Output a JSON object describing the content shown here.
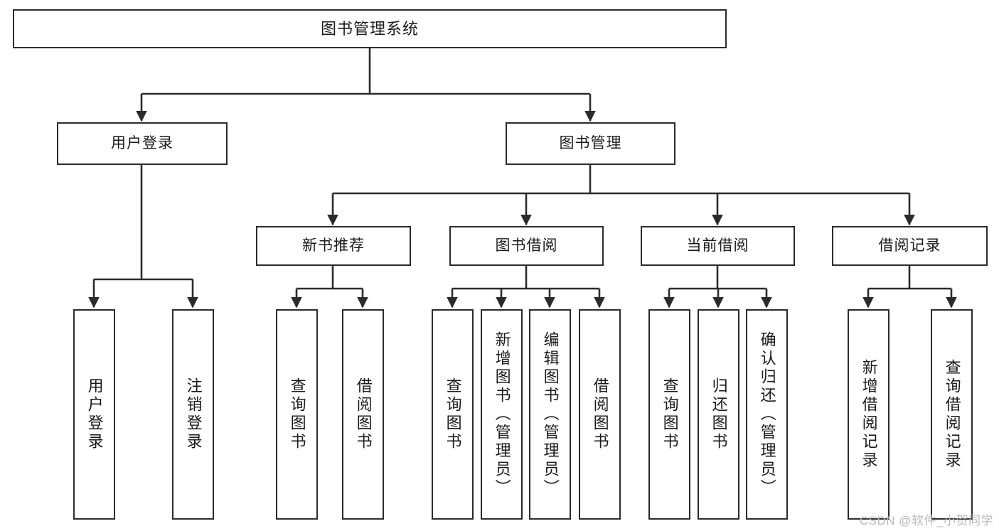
{
  "diagram": {
    "title": "图书管理系统",
    "type": "tree-hierarchy",
    "watermark": "CSDN @软件_小贺同学",
    "colors": {
      "box_border": "#2b2b2b",
      "box_fill": "#ffffff",
      "connector": "#2b2b2b",
      "text": "#1a1a1a",
      "watermark": "#b9b9b9",
      "background": "#ffffff"
    },
    "root": {
      "label": "图书管理系统"
    },
    "level2": [
      {
        "label": "用户登录"
      },
      {
        "label": "图书管理"
      }
    ],
    "level3": [
      {
        "label": "新书推荐"
      },
      {
        "label": "图书借阅"
      },
      {
        "label": "当前借阅"
      },
      {
        "label": "借阅记录"
      }
    ],
    "leaves": {
      "user_login": [
        {
          "label": "用户登录"
        },
        {
          "label": "注销登录"
        }
      ],
      "new_book_recommend": [
        {
          "label": "查询图书"
        },
        {
          "label": "借阅图书"
        }
      ],
      "book_borrow": [
        {
          "label": "查询图书"
        },
        {
          "label": "新增图书（管理员）"
        },
        {
          "label": "编辑图书（管理员）"
        },
        {
          "label": "借阅图书"
        }
      ],
      "current_borrow": [
        {
          "label": "查询图书"
        },
        {
          "label": "归还图书"
        },
        {
          "label": "确认归还（管理员）"
        }
      ],
      "borrow_record": [
        {
          "label": "新增借阅记录"
        },
        {
          "label": "查询借阅记录"
        }
      ]
    }
  }
}
